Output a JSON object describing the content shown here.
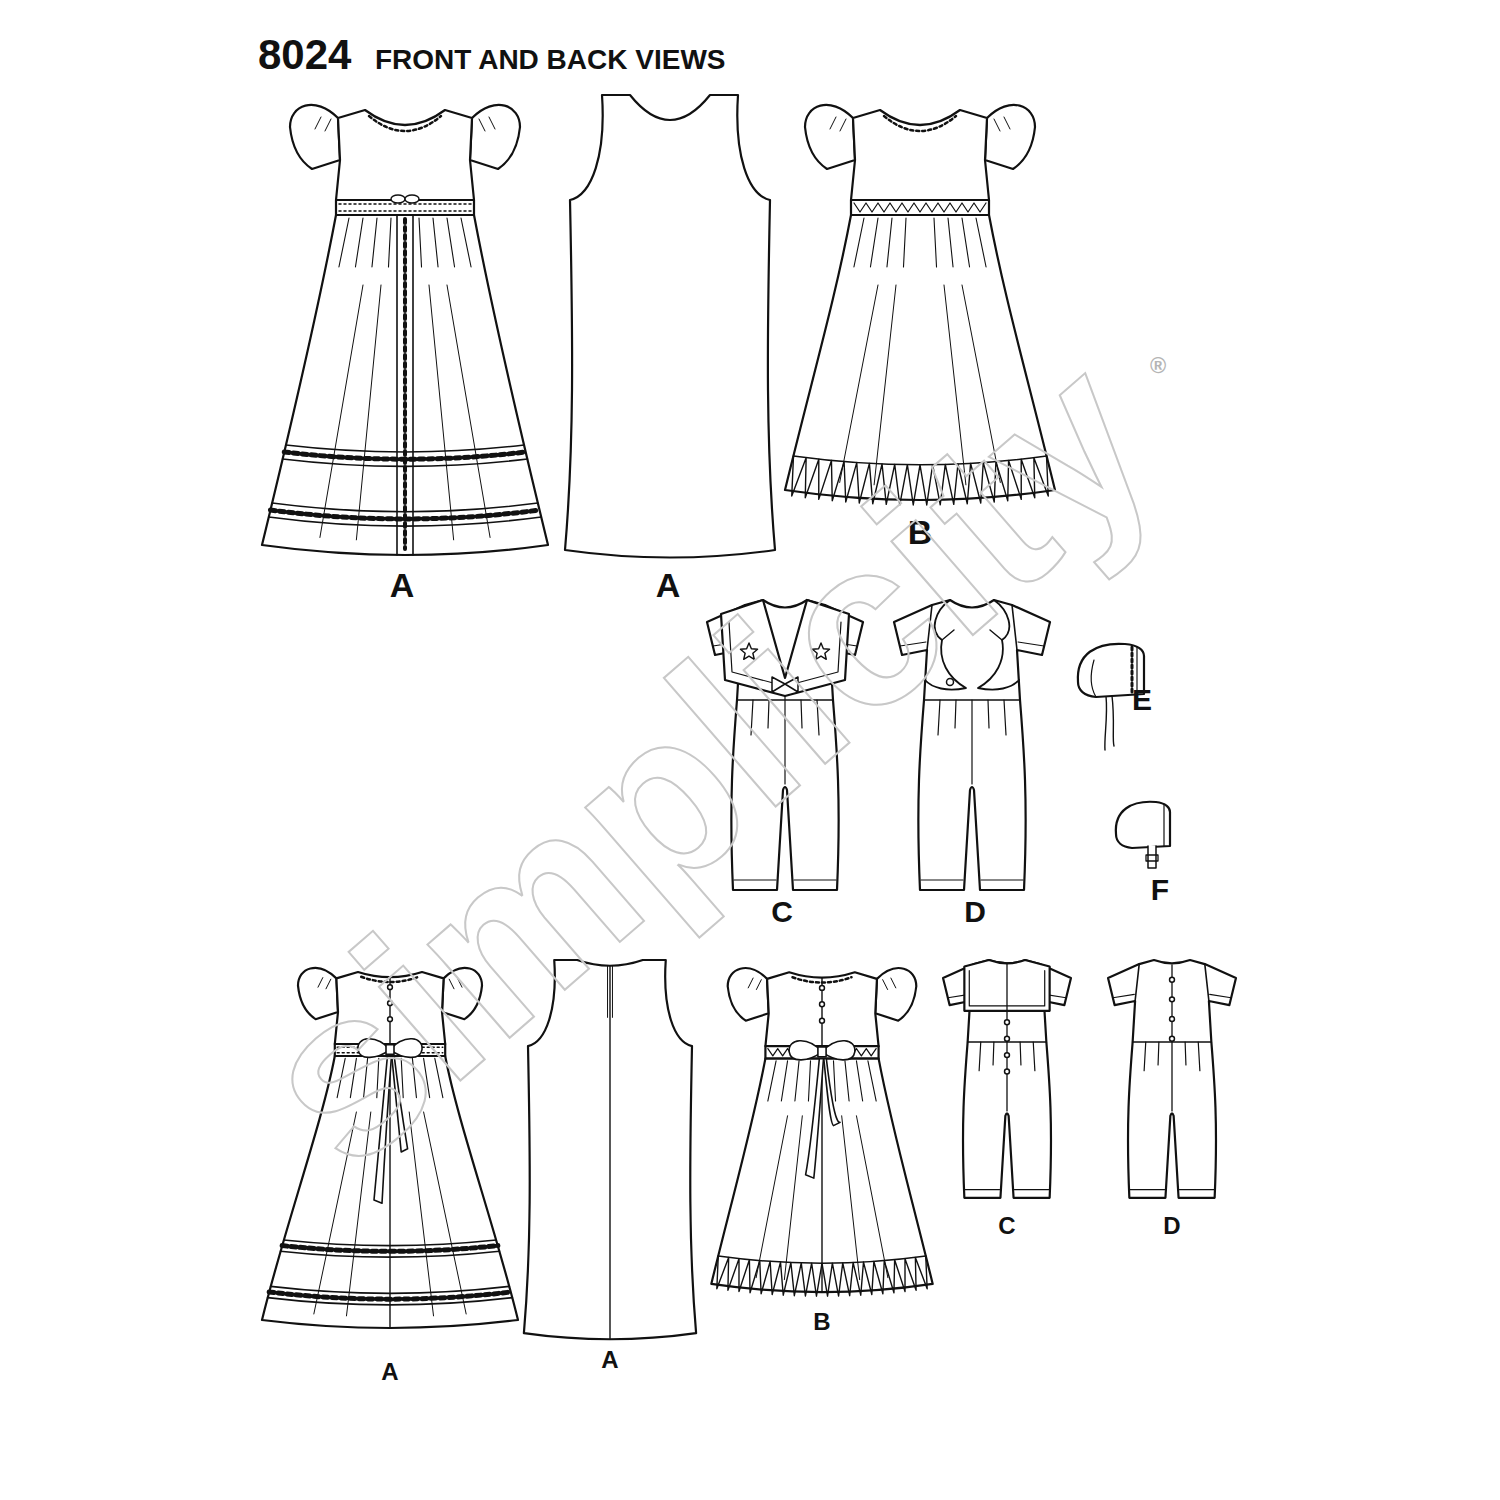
{
  "diagram": {
    "title": "FRONT AND BACK VIEWS",
    "labels": [
      "8024",
      "A",
      "A",
      "B",
      "E",
      "C",
      "D",
      "F",
      "A",
      "A",
      "B",
      "C",
      "D",
      "simplicity",
      "®"
    ]
  }
}
